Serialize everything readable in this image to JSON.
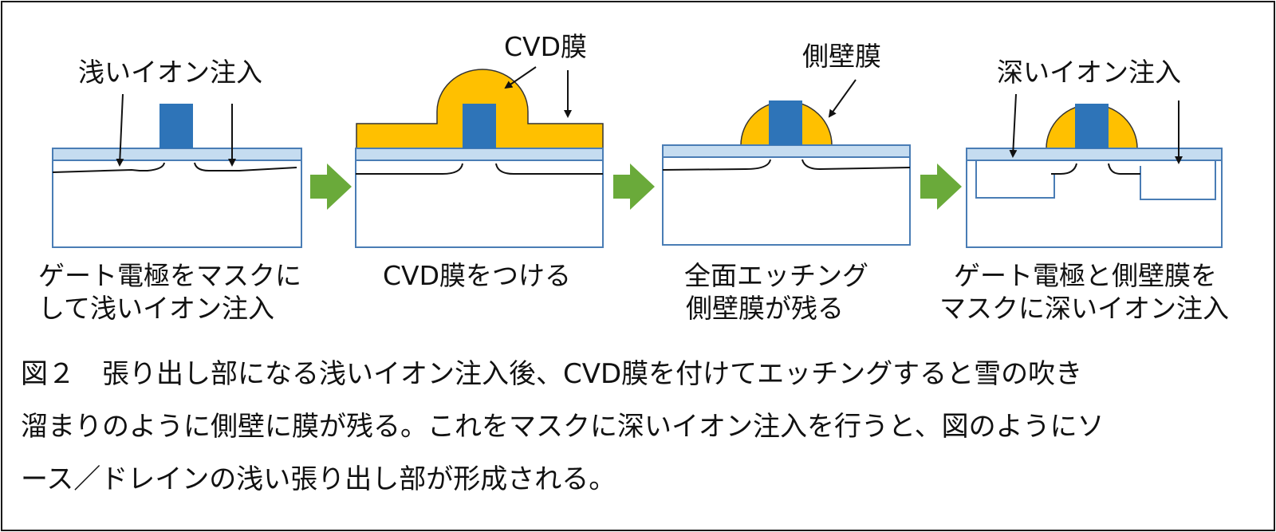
{
  "colors": {
    "oxide": "#c5dcf0",
    "gate": "#2e74b8",
    "cvd": "#ffc000",
    "outline": "#4a7db5",
    "arrow": "#6aaa3a"
  },
  "panels": [
    {
      "labels": [
        "浅いイオン注入"
      ],
      "caption": [
        "ゲート電極をマスクに",
        "して浅いイオン注入"
      ]
    },
    {
      "labels": [
        "CVD膜"
      ],
      "caption": [
        "CVD膜をつける"
      ]
    },
    {
      "labels": [
        "側壁膜"
      ],
      "caption": [
        "全面エッチング",
        "側壁膜が残る"
      ]
    },
    {
      "labels": [
        "深いイオン注入"
      ],
      "caption": [
        "ゲート電極と側壁膜を",
        "マスクに深いイオン注入"
      ]
    }
  ],
  "figure_caption": [
    "図２　張り出し部になる浅いイオン注入後、CVD膜を付けてエッチングすると雪の吹き",
    "溜まりのように側壁に膜が残る。これをマスクに深いイオン注入を行うと、図のようにソ",
    "ース／ドレインの浅い張り出し部が形成される。"
  ]
}
